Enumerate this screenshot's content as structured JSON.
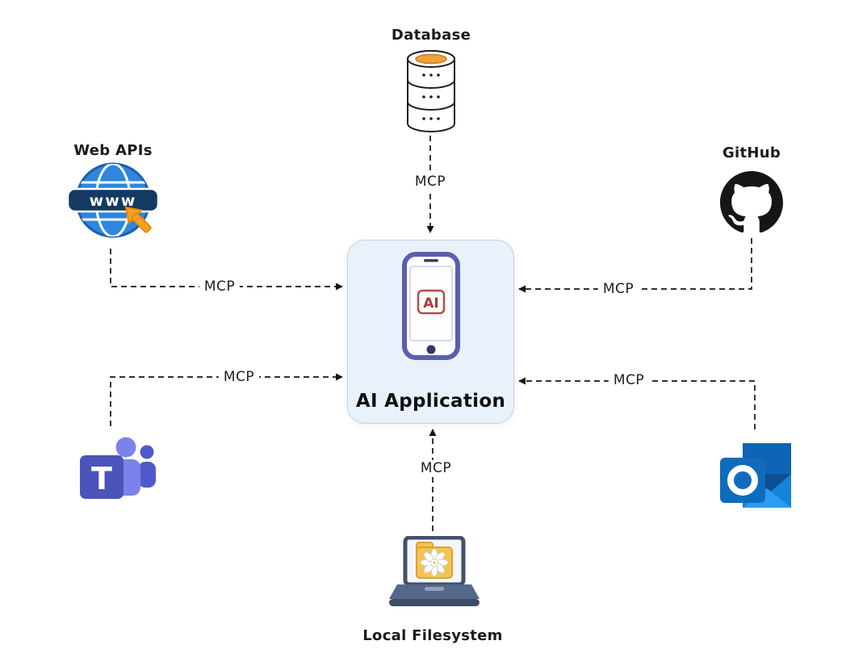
{
  "center": {
    "label": "AI Application",
    "phone_screen_text": "AI"
  },
  "nodes": {
    "database": {
      "label": "Database",
      "icon": "database-cylinder-icon"
    },
    "web_apis": {
      "label": "Web APIs",
      "icon": "globe-www-icon",
      "icon_text": "www"
    },
    "github": {
      "label": "GitHub",
      "icon": "github-octocat-icon"
    },
    "teams": {
      "icon": "microsoft-teams-icon",
      "icon_text": "T"
    },
    "outlook": {
      "icon": "microsoft-outlook-icon"
    },
    "local_filesystem": {
      "label": "Local Filesystem",
      "icon": "laptop-folder-gear-icon"
    }
  },
  "connections": [
    {
      "from": "database",
      "to": "ai_application",
      "label": "MCP"
    },
    {
      "from": "web_apis",
      "to": "ai_application",
      "label": "MCP"
    },
    {
      "from": "github",
      "to": "ai_application",
      "label": "MCP"
    },
    {
      "from": "teams",
      "to": "ai_application",
      "label": "MCP"
    },
    {
      "from": "outlook",
      "to": "ai_application",
      "label": "MCP"
    },
    {
      "from": "local_filesystem",
      "to": "ai_application",
      "label": "MCP"
    }
  ],
  "colors": {
    "center_box_bg": "#e9f1fa",
    "center_box_border": "#c2d2e2",
    "phone_frame": "#5a5fae",
    "ai_text": "#a93a3a",
    "database_top": "#f0a03a",
    "arrow": "#141414",
    "globe_blue": "#2e86de",
    "banner_navy": "#123a63",
    "cursor_orange": "#f6a21e",
    "github_black": "#171515",
    "teams_purple": "#4b53bc",
    "teams_light_purple": "#7b83eb",
    "outlook_blue": "#0f6cbd",
    "outlook_light_blue": "#1583d7",
    "folder_yellow": "#f6c453",
    "laptop_base": "#54688a"
  }
}
